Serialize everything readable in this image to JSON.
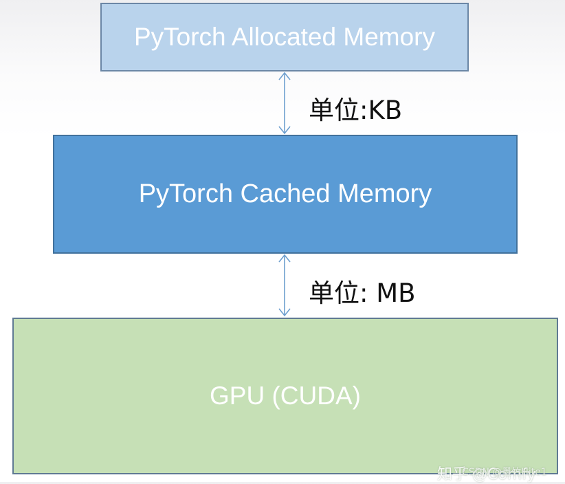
{
  "diagram": {
    "layers": [
      {
        "id": "allocated",
        "label": "PyTorch Allocated Memory"
      },
      {
        "id": "cached",
        "label": "PyTorch Cached Memory"
      },
      {
        "id": "gpu",
        "label": "GPU (CUDA)"
      }
    ],
    "connectors": [
      {
        "from": "allocated",
        "to": "cached",
        "label": "单位:KB"
      },
      {
        "from": "cached",
        "to": "gpu",
        "label": "单位: MB"
      }
    ]
  },
  "watermark": {
    "zhihu_text": "知乎 @Comfy",
    "csdn_text": "CSDN @墨竹Hite1"
  },
  "colors": {
    "allocated_fill": "#b9d3ec",
    "cached_fill": "#5a9bd5",
    "gpu_fill": "#c6e0b6",
    "arrow": "#6d9fcf"
  }
}
